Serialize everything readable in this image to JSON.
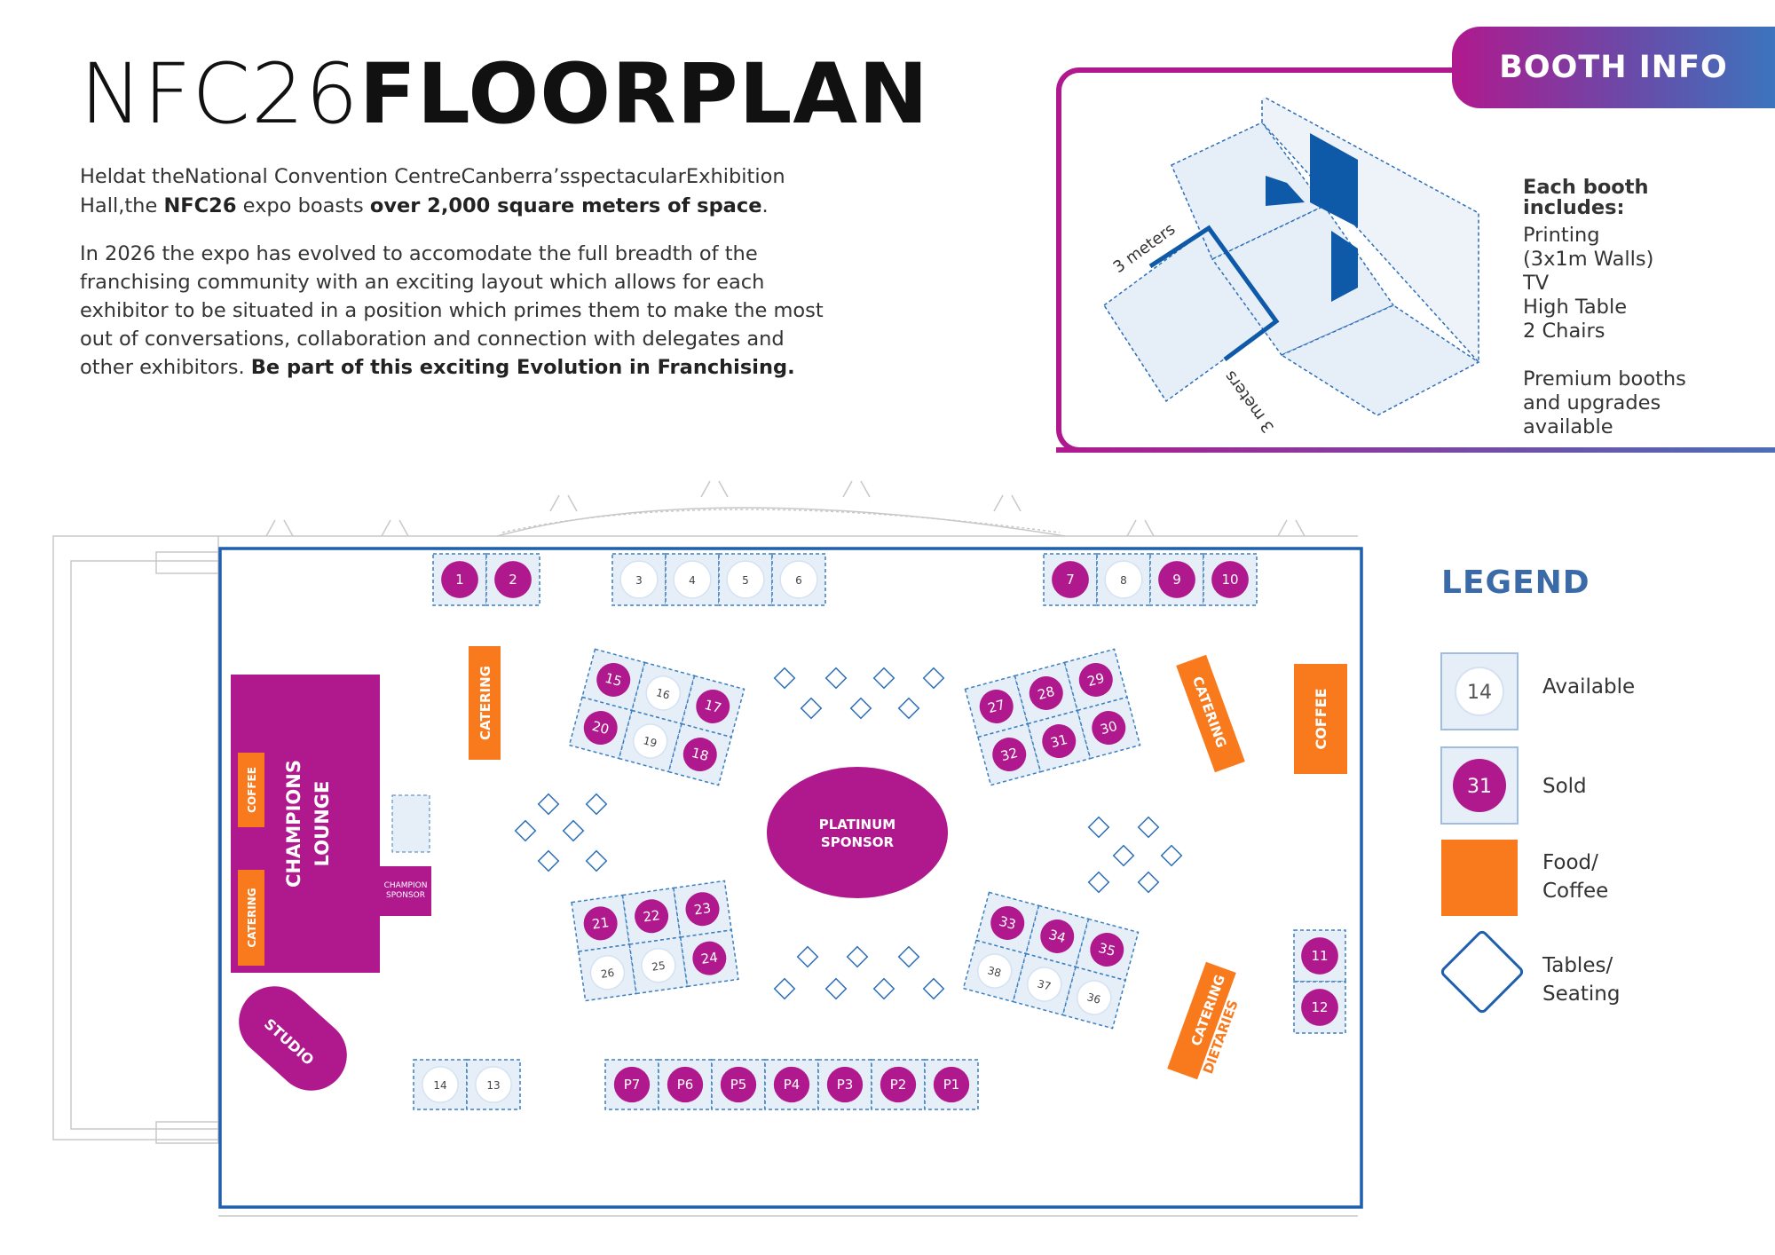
{
  "header": {
    "title_light": "NFC26",
    "title_bold": "FLOORPLAN",
    "intro_line1": "Heldat theNational Convention CentreCanberra’sspectacularExhibition",
    "intro_line2a": " Hall,the ",
    "intro_line2b": "NFC26",
    "intro_line2c": " expo boasts ",
    "intro_line2d": "over 2,000 square meters of space",
    "intro_line2e": ".",
    "para2_lines": [
      "In 2026 the expo has evolved to accomodate the full breadth of the",
      "franchising community with an exciting layout which allows for each",
      "exhibitor to be situated in a position which primes them to make the most",
      "out of conversations, collaboration and connection with delegates and"
    ],
    "para2_last_plain": "other exhibitors. ",
    "para2_last_bold": "Be part of this exciting Evolution in Franchising."
  },
  "booth_info": {
    "tab_label": "BOOTH INFO",
    "dimension_top": "3 meters",
    "dimension_side": "3 meters",
    "includes_heading_1": "Each booth",
    "includes_heading_2": "includes:",
    "includes_items": [
      "Printing",
      "(3x1m Walls)",
      "TV",
      "High Table",
      "2 Chairs"
    ],
    "premium_lines": [
      "Premium booths",
      "and upgrades",
      "available"
    ]
  },
  "legend": {
    "title": "LEGEND",
    "available_sample": "14",
    "available_label": "Available",
    "sold_sample": "31",
    "sold_label": "Sold",
    "food_label_1": "Food/",
    "food_label_2": "Coffee",
    "tables_label_1": "Tables/",
    "tables_label_2": "Seating"
  },
  "colors": {
    "sold": "#b0198e",
    "available_fill": "#e6eef8",
    "booth_border": "#3c7fbf",
    "food": "#f87a1d",
    "hall_border": "#1f5fad",
    "legend_title": "#3b6aa8"
  },
  "floorplan": {
    "zones": {
      "champions_lounge": "CHAMPIONS LOUNGE",
      "champion_sponsor": "CHAMPION SPONSOR",
      "studio": "STUDIO",
      "platinum_sponsor": "PLATINUM SPONSOR",
      "catering": "CATERING",
      "coffee": "COFFEE",
      "dietaries": "DIETARIES"
    },
    "top_row_left": [
      {
        "label": "1",
        "status": "sold"
      },
      {
        "label": "2",
        "status": "sold"
      }
    ],
    "top_row_mid": [
      {
        "label": "3",
        "status": "available"
      },
      {
        "label": "4",
        "status": "available"
      },
      {
        "label": "5",
        "status": "available"
      },
      {
        "label": "6",
        "status": "available"
      }
    ],
    "top_row_right": [
      {
        "label": "7",
        "status": "sold"
      },
      {
        "label": "8",
        "status": "available"
      },
      {
        "label": "9",
        "status": "sold"
      },
      {
        "label": "10",
        "status": "sold"
      }
    ],
    "right_column": [
      {
        "label": "11",
        "status": "sold"
      },
      {
        "label": "12",
        "status": "sold"
      }
    ],
    "bottom_left": [
      {
        "label": "14",
        "status": "available"
      },
      {
        "label": "13",
        "status": "available"
      }
    ],
    "premium_row": [
      {
        "label": "P7",
        "status": "sold"
      },
      {
        "label": "P6",
        "status": "sold"
      },
      {
        "label": "P5",
        "status": "sold"
      },
      {
        "label": "P4",
        "status": "sold"
      },
      {
        "label": "P3",
        "status": "sold"
      },
      {
        "label": "P2",
        "status": "sold"
      },
      {
        "label": "P1",
        "status": "sold"
      }
    ],
    "island_a": {
      "top": [
        {
          "label": "15",
          "status": "sold"
        },
        {
          "label": "16",
          "status": "available"
        },
        {
          "label": "17",
          "status": "sold"
        }
      ],
      "bottom": [
        {
          "label": "20",
          "status": "sold"
        },
        {
          "label": "19",
          "status": "available"
        },
        {
          "label": "18",
          "status": "sold"
        }
      ]
    },
    "island_b": {
      "top": [
        {
          "label": "27",
          "status": "sold"
        },
        {
          "label": "28",
          "status": "sold"
        },
        {
          "label": "29",
          "status": "sold"
        }
      ],
      "bottom": [
        {
          "label": "32",
          "status": "sold"
        },
        {
          "label": "31",
          "status": "sold"
        },
        {
          "label": "30",
          "status": "sold"
        }
      ]
    },
    "island_c": {
      "top": [
        {
          "label": "21",
          "status": "sold"
        },
        {
          "label": "22",
          "status": "sold"
        },
        {
          "label": "23",
          "status": "sold"
        }
      ],
      "bottom": [
        {
          "label": "26",
          "status": "available"
        },
        {
          "label": "25",
          "status": "available"
        },
        {
          "label": "24",
          "status": "sold"
        }
      ]
    },
    "island_d": {
      "top": [
        {
          "label": "33",
          "status": "sold"
        },
        {
          "label": "34",
          "status": "sold"
        },
        {
          "label": "35",
          "status": "sold"
        }
      ],
      "bottom": [
        {
          "label": "38",
          "status": "available"
        },
        {
          "label": "37",
          "status": "available"
        },
        {
          "label": "36",
          "status": "available"
        }
      ]
    }
  }
}
